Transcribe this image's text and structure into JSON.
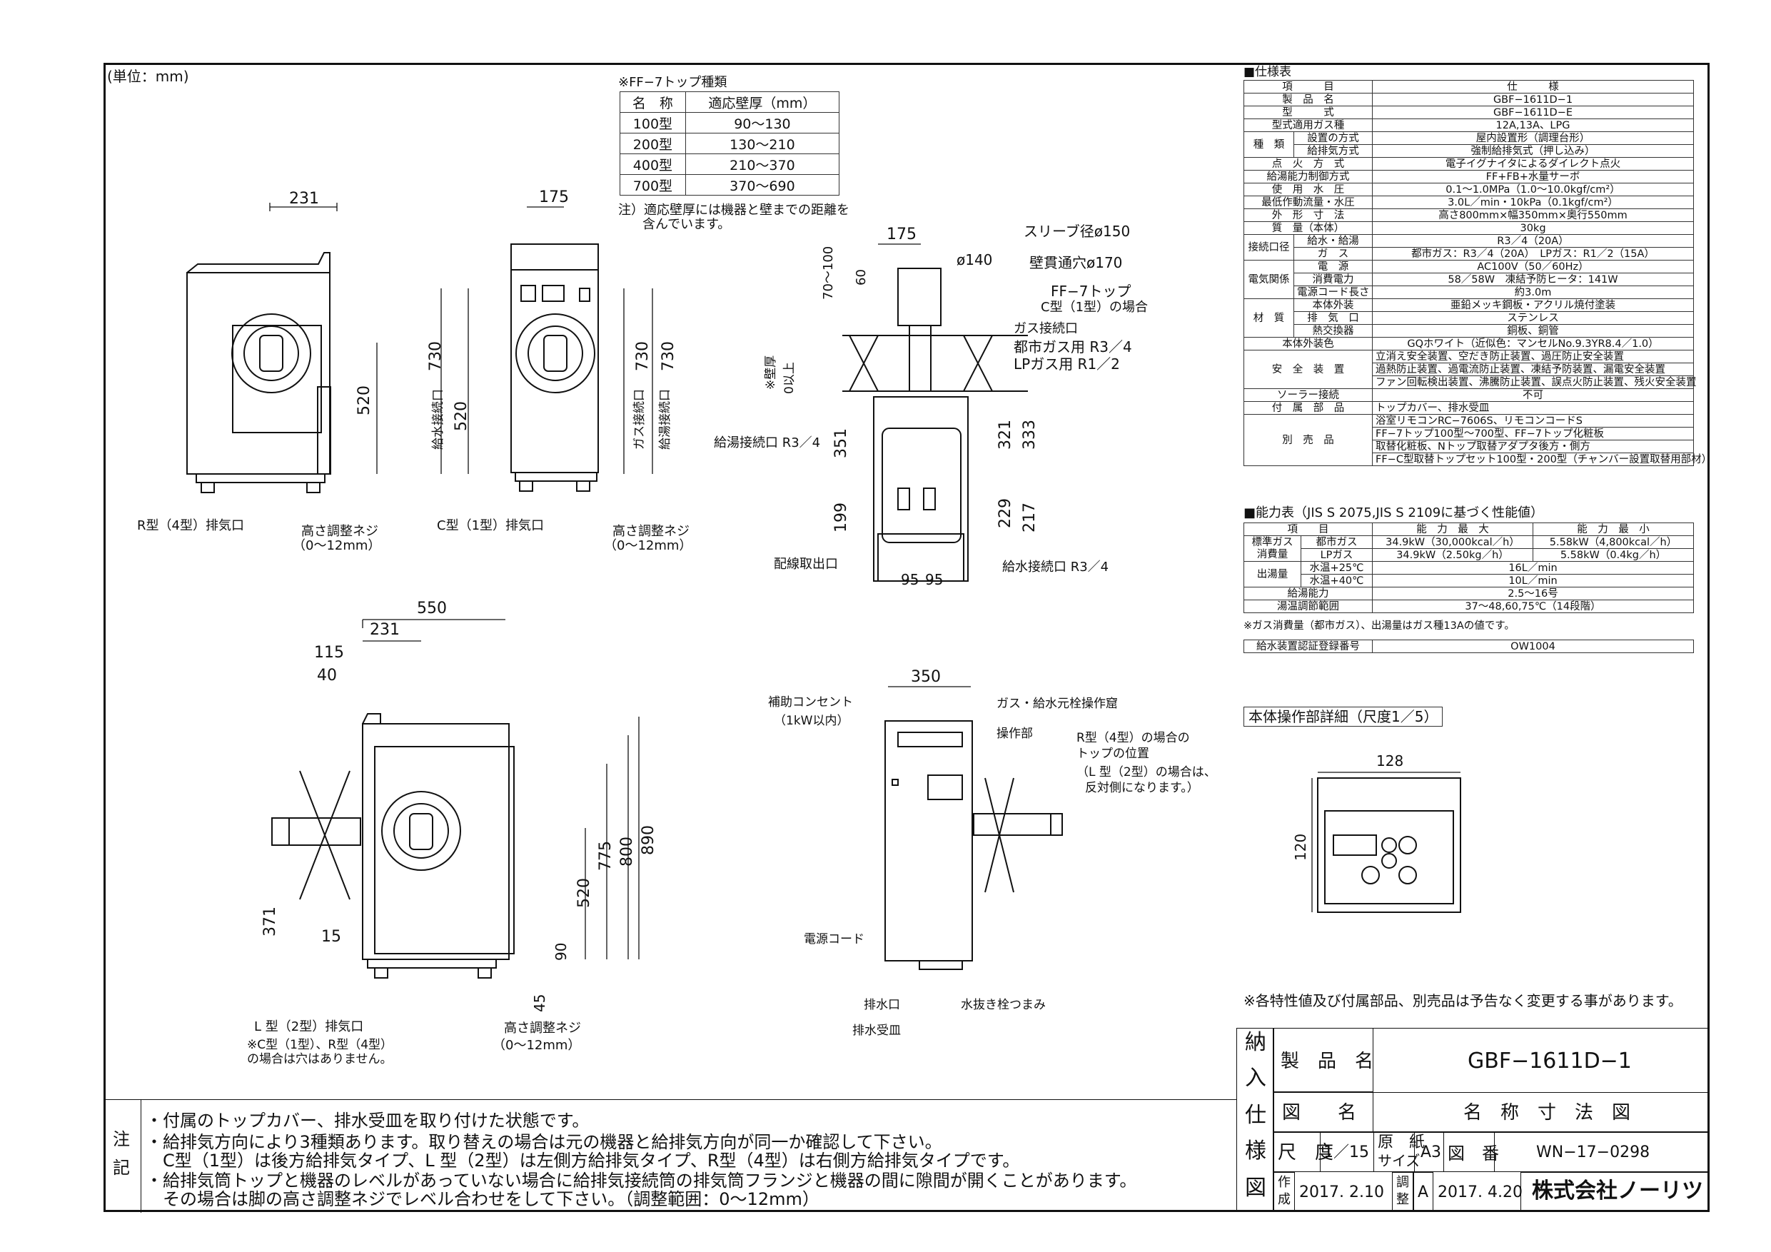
{
  "unit_label": "(単位：mm)",
  "ff_top": {
    "title": "※FF−7トップ種類",
    "headers": [
      "名　称",
      "適応壁厚（mm）"
    ],
    "rows": [
      [
        "100型",
        "90〜130"
      ],
      [
        "200型",
        "130〜210"
      ],
      [
        "400型",
        "210〜370"
      ],
      [
        "700型",
        "370〜690"
      ]
    ],
    "note1": "注）適応壁厚には機器と壁までの距離を",
    "note2": "含んでいます。"
  },
  "spec": {
    "title": "■仕様表",
    "header": [
      "項　　　目",
      "仕　　　様"
    ],
    "rows": [
      [
        "製　品　名",
        "GBF−1611D−1"
      ],
      [
        "型　　　式",
        "GBF−1611D−E"
      ],
      [
        "型式適用ガス種",
        "12A,13A、LPG"
      ],
      [
        "設置の方式",
        "屋内設置形（調理台形）"
      ],
      [
        "給排気方式",
        "強制給排気式（押し込み）"
      ],
      [
        "点　火　方　式",
        "電子イグナイタによるダイレクト点火"
      ],
      [
        "給湯能力制御方式",
        "FF+FB+水量サーボ"
      ],
      [
        "使　用　水　圧",
        "0.1〜1.0MPa（1.0〜10.0kgf/cm²）"
      ],
      [
        "最低作動流量・水圧",
        "3.0L／min・10kPa（0.1kgf/cm²）"
      ],
      [
        "外　形　寸　法",
        "高さ800mm×幅350mm×奥行550mm"
      ],
      [
        "質　量（本体）",
        "30kg"
      ],
      [
        "給水・給湯",
        "R3／4（20A）"
      ],
      [
        "ガ　ス",
        "都市ガス：R3／4（20A）　LPガス：R1／2（15A）"
      ],
      [
        "電　源",
        "AC100V（50／60Hz）"
      ],
      [
        "消費電力",
        "58／58W　凍結予防ヒータ：141W"
      ],
      [
        "電源コード長さ",
        "約3.0m"
      ],
      [
        "本体外装",
        "亜鉛メッキ鋼板・アクリル焼付塗装"
      ],
      [
        "排　気　口",
        "ステンレス"
      ],
      [
        "熱交換器",
        "銅板、銅管"
      ],
      [
        "本体外装色",
        "GQホワイト（近似色：マンセルNo.9.3YR8.4／1.0）"
      ],
      [
        "安　全　装　置",
        "立消え安全装置、空だき防止装置、過圧防止安全装置"
      ],
      [
        "",
        "過熱防止装置、過電流防止装置、凍結予防装置、漏電安全装置"
      ],
      [
        "",
        "ファン回転検出装置、沸騰防止装置、誤点火防止装置、残火安全装置"
      ],
      [
        "ソーラー接続",
        "不可"
      ],
      [
        "付　属　部　品",
        "トップカバー、排水受皿"
      ],
      [
        "別　売　品",
        "浴室リモコンRC−7606S、リモコンコードS"
      ],
      [
        "",
        "FF−7トップ100型〜700型、FF−7トップ化粧板"
      ],
      [
        "",
        "取替化粧板、Nトップ取替アダプタ後方・側方"
      ],
      [
        "",
        "FF−C型取替トップセット100型・200型（チャンバー設置取替用部材）"
      ]
    ],
    "group_labels": {
      "kind": "種　類",
      "connect": "接続口径",
      "elec": "電気関係",
      "material": "材　質"
    }
  },
  "capacity": {
    "title": "■能力表（JIS S 2075,JIS S 2109に基づく性能値）",
    "header": [
      "項　　目",
      "能　力　最　大",
      "能　力　最　小"
    ],
    "rows": [
      [
        "標準ガス消費量",
        "都市ガス",
        "34.9kW（30,000kcal／h）",
        "5.58kW（4,800kcal／h）"
      ],
      [
        "",
        "LPガス",
        "34.9kW（2.50kg／h）",
        "5.58kW（0.4kg／h）"
      ],
      [
        "出湯量",
        "水温+25℃",
        "16L／min",
        ""
      ],
      [
        "",
        "水温+40℃",
        "10L／min",
        ""
      ],
      [
        "給湯能力",
        "",
        "2.5〜16号",
        ""
      ],
      [
        "湯温調節範囲",
        "",
        "37〜48,60,75℃（14段階）",
        ""
      ]
    ],
    "note": "※ガス消費量（都市ガス）、出湯量はガス種13Aの値です。",
    "reg_label": "給水装置認証登録番号",
    "reg_value": "OW1004"
  },
  "panel_detail": {
    "title": "本体操作部詳細（尺度1／5）",
    "w": "128",
    "h": "120"
  },
  "notice": "※各特性値及び付属部品、別売品は予告なく変更する事があります。",
  "labels": {
    "d231a": "231",
    "d520a": "520",
    "d730a": "730",
    "r_exhaust": "R型（4型）排気口",
    "adj1": "高さ調整ネジ",
    "adj1b": "（0〜12mm）",
    "d175a": "175",
    "water_conn": "給水接続口",
    "d520b": "520",
    "gas_conn": "ガス接続口",
    "hot_conn": "給湯接続口",
    "d730b": "730",
    "d730c": "730",
    "c_exhaust": "C型（1型）排気口",
    "adj2": "高さ調整ネジ",
    "adj2b": "（0〜12mm）",
    "d175b": "175",
    "d70_100": "70〜100",
    "d60": "60",
    "d140": "ø140",
    "sleeve": "スリーブ径ø150",
    "wallhole": "壁貫通穴ø170",
    "ff7top": "FF−7トップ",
    "c_top": "C型（1型）の場合",
    "gas_conn2": "ガス接続口",
    "gas_city": "都市ガス用  R3／4",
    "gas_lp": "LPガス用   R1／2",
    "wall": "※壁厚",
    "d0up": "0以上",
    "hot_conn2": "給湯接続口  R3／4",
    "d351": "351",
    "d199": "199",
    "d321": "321",
    "d333": "333",
    "d229": "229",
    "d217": "217",
    "wiring": "配線取出口",
    "water_conn2": "給水接続口  R3／4",
    "d95a": "95",
    "d95b": "95",
    "d550": "550",
    "d231b": "231",
    "d115": "115",
    "d40": "40",
    "d371": "371",
    "d15": "15",
    "d520c": "520",
    "d775": "775",
    "d800": "800",
    "d890": "890",
    "d90": "90",
    "d45": "45",
    "l_exhaust": "L 型（2型）排気口",
    "l_note1": "※C型（1型）、R型（4型）",
    "l_note2": "の場合は穴はありません。",
    "adj3": "高さ調整ネジ",
    "adj3b": "（0〜12mm）",
    "d350": "350",
    "aux_outlet": "補助コンセント",
    "aux_1kw": "（1kW以内）",
    "gas_valve": "ガス・給水元栓操作窟",
    "op_part": "操作部",
    "r_top1": "R型（4型）の場合の",
    "r_top2": "トップの位置",
    "r_top3": "（L 型（2型）の場合は、",
    "r_top4": "反対側になります。）",
    "power_cord": "電源コード",
    "drain": "排水口",
    "drain_plug": "水抜き栓つまみ",
    "drain_tray": "排水受皿"
  },
  "notes": {
    "label1": "注",
    "label2": "記",
    "lines": [
      "・付属のトップカバー、排水受皿を取り付けた状態です。",
      "・給排気方向により3種類あります。取り替えの場合は元の機器と給排気方向が同一か確認して下さい。",
      "　C型（1型）は後方給排気タイプ、L 型（2型）は左側方給排気タイプ、R型（4型）は右側方給排気タイプです。",
      "・給排気筒トップと機器のレベルがあっていない場合に給排気接続筒の排気筒フランジと機器の間に隙間が開くことがあります。",
      "　その場合は脚の高さ調整ネジでレベル合わせをして下さい。（調整範囲：0〜12mm）"
    ]
  },
  "titleblock": {
    "side": [
      "納",
      "入",
      "仕",
      "様",
      "図"
    ],
    "product_label": "製　品　名",
    "product": "GBF−1611D−1",
    "drawing_label": "図　　名",
    "drawing": "名　称　寸　法　図",
    "scale_label": "尺　度",
    "scale": "1／15",
    "paper_label1": "原　紙",
    "paper_label2": "サイズ",
    "paper": "A3",
    "num_label": "図　番",
    "num": "WN−17−0298",
    "made_label1": "作",
    "made_label2": "成",
    "made": "2017. 2.10",
    "adj_label1": "調",
    "adj_label2": "整",
    "adj_mark": "A",
    "adj": "2017. 4.20",
    "company": "株式会社ノーリツ"
  }
}
